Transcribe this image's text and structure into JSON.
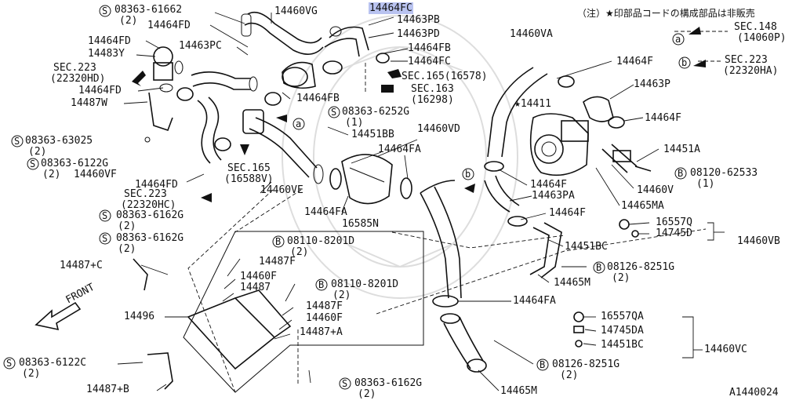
{
  "note": "（注）★印部品コードの構成部品は非販売",
  "diagram_id": "A1440024",
  "labels": {
    "s_08363_61662": "08363-61662",
    "q2_a": "(2)",
    "p14460VG": "14460VG",
    "p14464FC_hl": "14464FC",
    "p14463PB": "14463PB",
    "p14463PD": "14463PD",
    "p14464FB_a": "14464FB",
    "p14464FC_b": "14464FC",
    "p14464FD_a": "14464FD",
    "p14464FD_b": "14464FD",
    "p14483Y": "14483Y",
    "p14463PC": "14463PC",
    "sec223_a": "SEC.223",
    "sec223_a_sub": "(22320HD)",
    "p14464FD_c": "14464FD",
    "p14487W": "14487W",
    "sec165_a": "SEC.165(16578)",
    "sec163": "SEC.163",
    "sec163_sub": "(16298)",
    "p14464FB_b": "14464FB",
    "s_08363_6252G": "08363-6252G",
    "q1_a": "(1)",
    "p14451BB": "14451BB",
    "p14460VD": "14460VD",
    "s_08363_63025": "08363-63025",
    "q2_b": "(2)",
    "s_08363_6122G_a": "08363-6122G",
    "q2_c": "(2)",
    "p14460VF": "14460VF",
    "p14464FA_a": "14464FA",
    "p14464FD_d": "14464FD",
    "sec165_b": "SEC.165",
    "sec165_b_sub": "(16588V)",
    "p14460VE": "14460VE",
    "sec223_b": "SEC.223",
    "sec223_b_sub": "(22320HC)",
    "p14464FA_b": "14464FA",
    "p16585N": "16585N",
    "s_08363_6162G_a": "08363-6162G",
    "q2_d": "(2)",
    "s_08363_6162G_b": "08363-6162G",
    "q2_e": "(2)",
    "p14487C": "14487+C",
    "b_08110_8201D_a": "08110-8201D",
    "q2_f": "(2)",
    "p14487F_a": "14487F",
    "p14460F_a": "14460F",
    "p14487_a": "14487",
    "b_08110_8201D_b": "08110-8201D",
    "q2_g": "(2)",
    "p14487F_b": "14487F",
    "p14460F_b": "14460F",
    "p14487A": "14487+A",
    "front": "FRONT",
    "p14496": "14496",
    "s_08363_6122C": "08363-6122C",
    "q2_h": "(2)",
    "p14487B": "14487+B",
    "s_08363_6162G_c": "08363-6162G",
    "q2_i": "(2)",
    "p14460VA": "14460VA",
    "p14464F_a": "14464F",
    "p14463P": "14463P",
    "p14464F_b": "14464F",
    "p14411": "★14411",
    "p14451A": "14451A",
    "b_08120_62533": "08120-62533",
    "q1_b": "(1)",
    "p14460V": "14460V",
    "p14465MA": "14465MA",
    "p14464F_c": "14464F",
    "p14463PA": "14463PA",
    "p14464F_d": "14464F",
    "p16557Q": "16557Q",
    "p14745D": "14745D",
    "p14451BC_a": "14451BC",
    "p14460VB": "14460VB",
    "b_08126_8251G_a": "08126-8251G",
    "q2_j": "(2)",
    "p14465M_a": "14465M",
    "p14464FA_c": "14464FA",
    "p16557QA": "16557QA",
    "p14745DA": "14745DA",
    "p14451BC_b": "14451BC",
    "p14460VC": "14460VC",
    "b_08126_8251G_b": "08126-8251G",
    "q2_k": "(2)",
    "p14465M_b": "14465M",
    "sec148": "SEC.148",
    "sec148_sub": "(14060P)",
    "sec223_c": "SEC.223",
    "sec223_c_sub": "(22320HA)",
    "ref_a": "a",
    "ref_b": "b"
  }
}
